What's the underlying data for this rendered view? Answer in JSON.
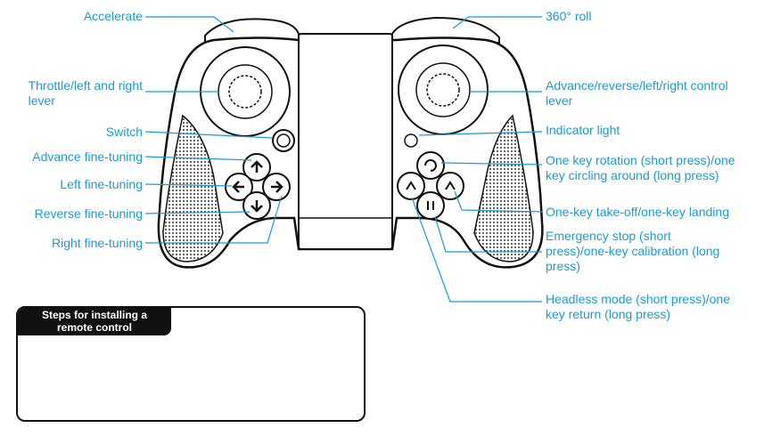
{
  "labels": {
    "accelerate": "Accelerate",
    "roll": "360° roll",
    "throttle_line1": "Throttle/left and right",
    "throttle_line2": "lever",
    "advance_line1": "Advance/reverse/left/right control",
    "advance_line2": "lever",
    "switch": "Switch",
    "indicator": "Indicator light",
    "advance_fine": "Advance fine-tuning",
    "left_fine": "Left fine-tuning",
    "reverse_fine": "Reverse fine-tuning",
    "right_fine": "Right fine-tuning",
    "rotation_line1": "One key rotation (short press)/one",
    "rotation_line2": "key circling around (long press)",
    "takeoff": "One-key take-off/one-key landing",
    "emergency_line1": "Emergency stop (short",
    "emergency_line2": "press)/one-key calibration (long",
    "emergency_line3": "press)",
    "headless_line1": "Headless mode (short press)/one",
    "headless_line2": "key return (long press)"
  },
  "steps": {
    "title_line1": "Steps for installing a",
    "title_line2": "remote control"
  },
  "colors": {
    "label": "#1a9bd0",
    "outline": "#111111",
    "grip_fill": "#d8d8d8"
  }
}
